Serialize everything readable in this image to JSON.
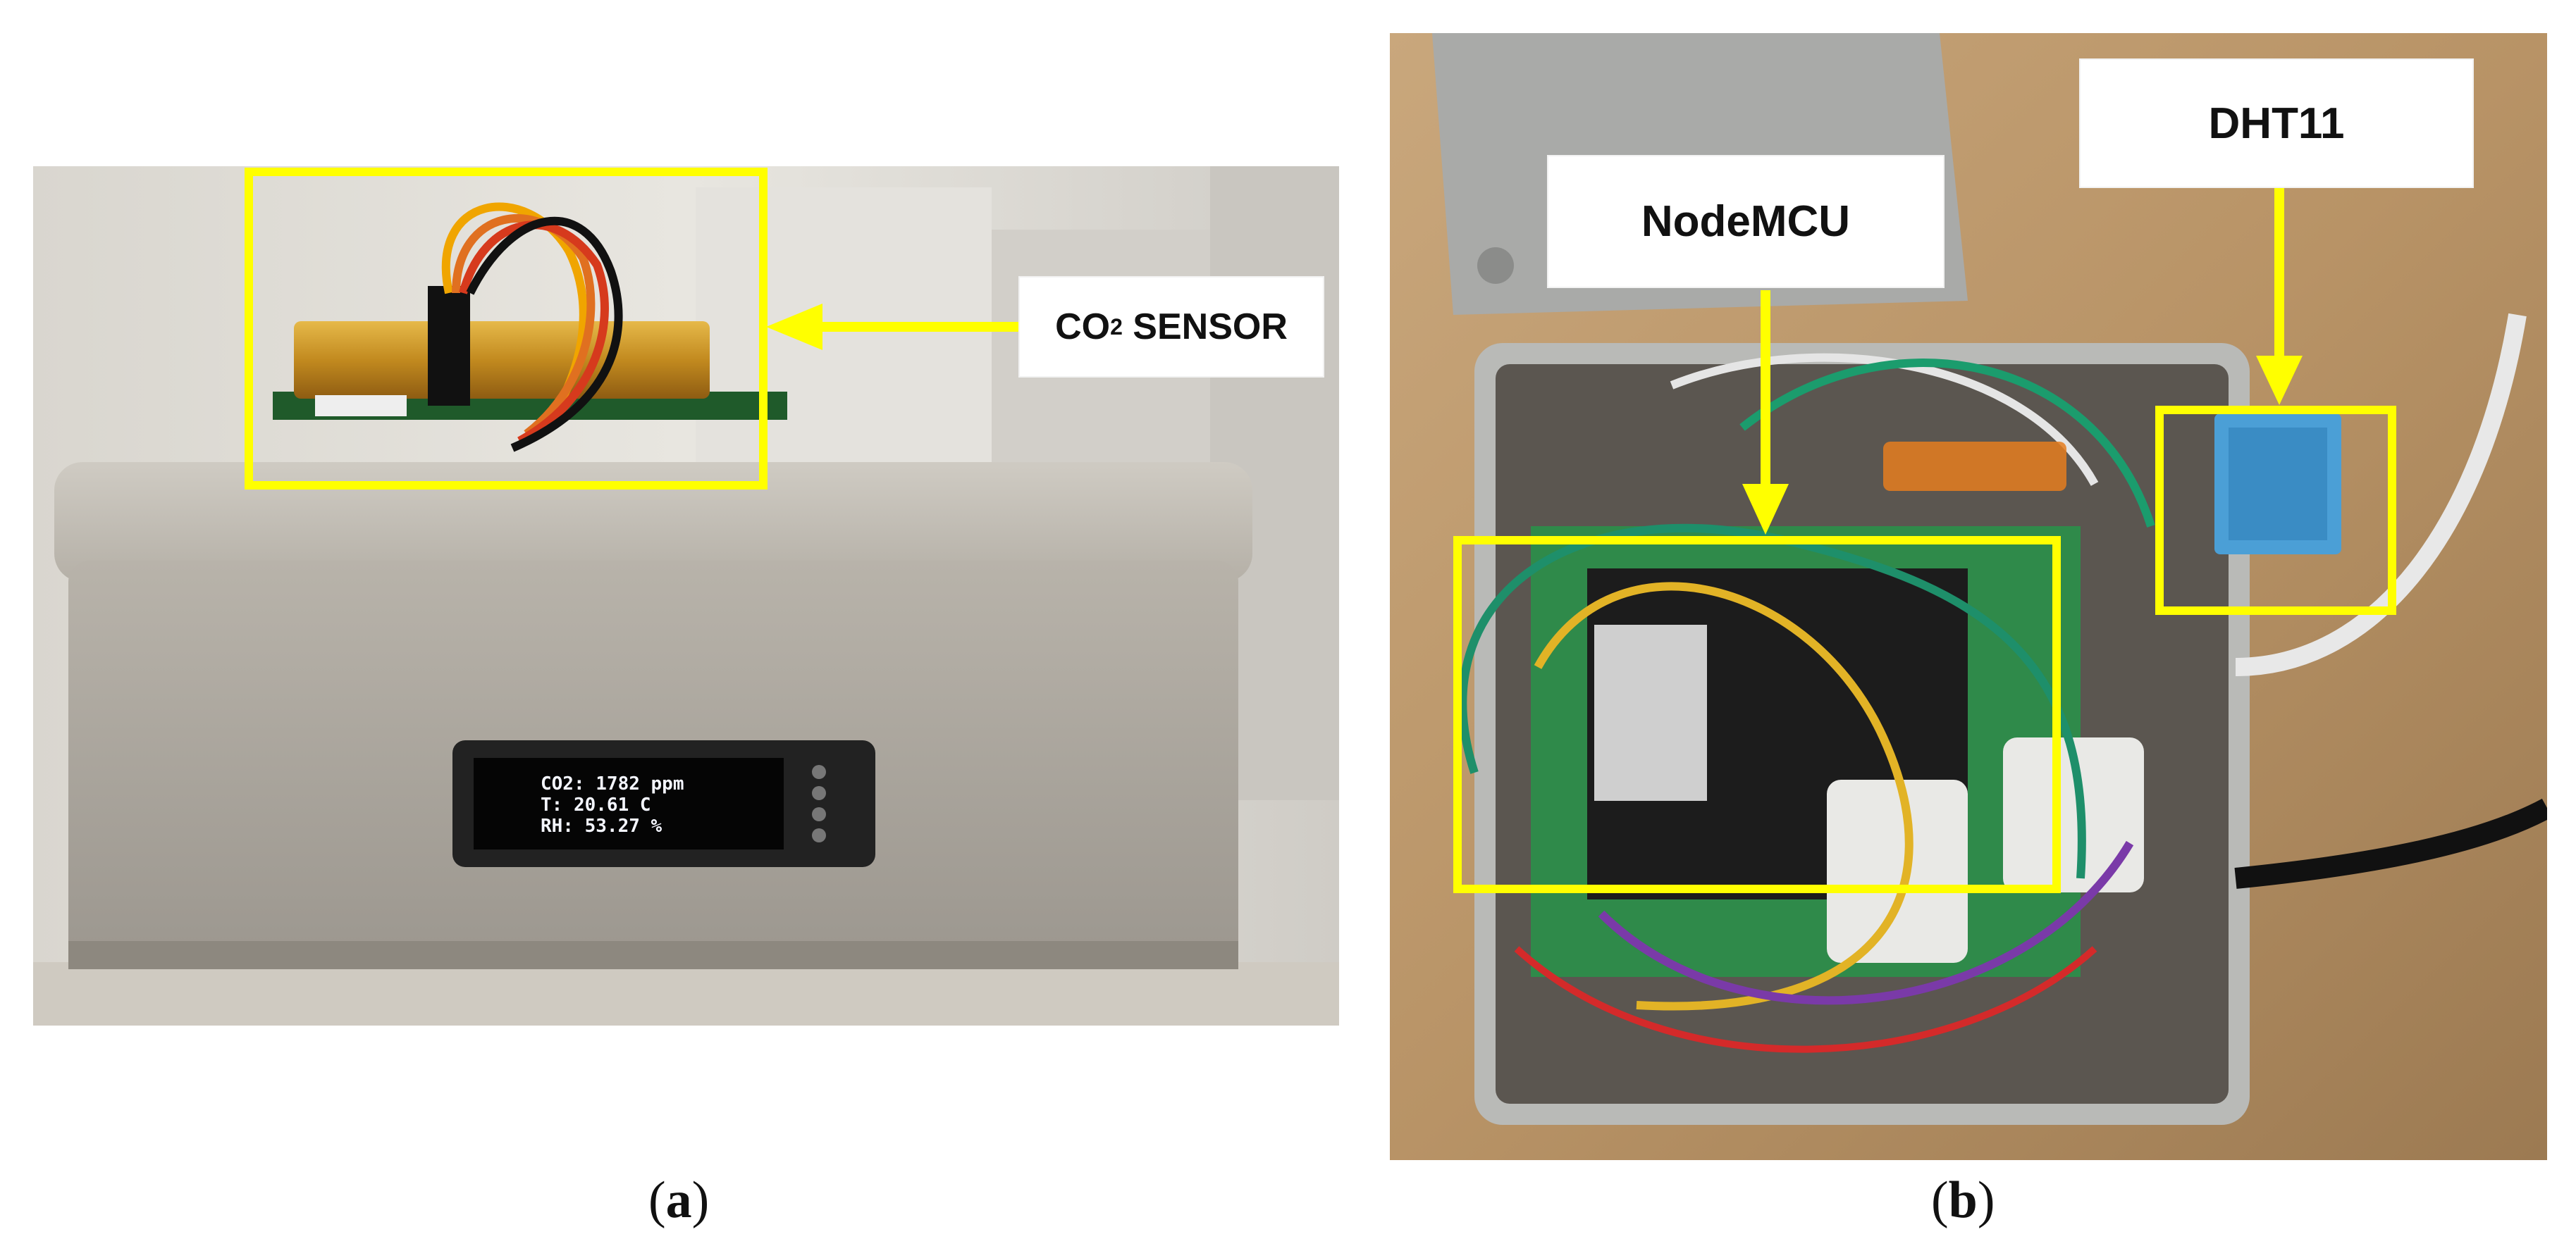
{
  "figure": {
    "panel_a": {
      "caption_letter": "a",
      "callout_co2": {
        "prefix": "CO",
        "subscript": "2",
        "suffix": " SENSOR"
      },
      "oled_lines": [
        "CO2: 1782 ppm",
        "T: 20.61 C",
        "RH: 53.27 %"
      ]
    },
    "panel_b": {
      "caption_letter": "b",
      "callout_nodemcu": "NodeMCU",
      "callout_dht11": "DHT11"
    },
    "colors": {
      "highlight_yellow": "#ffff00",
      "callout_background": "#ffffff"
    }
  }
}
